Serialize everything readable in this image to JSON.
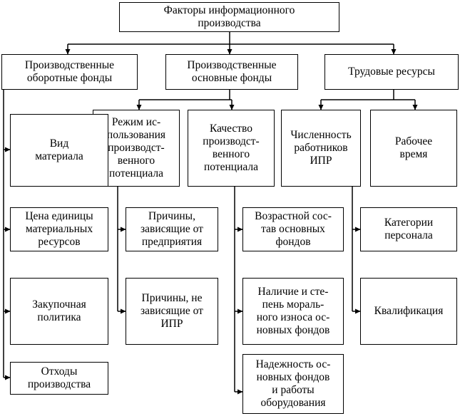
{
  "root": "Факторы информационного\nпроизводства",
  "groups": {
    "working": "Производственные\nоборотные фонды",
    "fixed": "Производственные\nосновные фонды",
    "labor": "Трудовые ресурсы"
  },
  "subgroups": {
    "usage_mode": "Режим ис-\nпользования\nпроизводст-\nвенного\nпотенциала",
    "quality": "Качество\nпроизводст-\nвенного\nпотенциала",
    "headcount": "Численность\nработников\nИПР",
    "work_time": "Рабочее\nвремя"
  },
  "working_items": [
    "Вид\nматериала",
    "Цена единицы\nматериальных\nресурсов",
    "Закупочная\nполитика",
    "Отходы\nпроизводства"
  ],
  "usage_items": [
    "Причины,\nзависящие от\nпредприятия",
    "Причины, не\nзависящие от\nИПР"
  ],
  "quality_items": [
    "Возрастной сос-\nтав основных\nфондов",
    "Наличие и сте-\nпень мораль-\nного износа ос-\nновных фондов",
    "Надежность ос-\nновных фондов\nи работы\nоборудования"
  ],
  "headcount_items": [
    "Категории\nперсонала",
    "Квалификация"
  ]
}
